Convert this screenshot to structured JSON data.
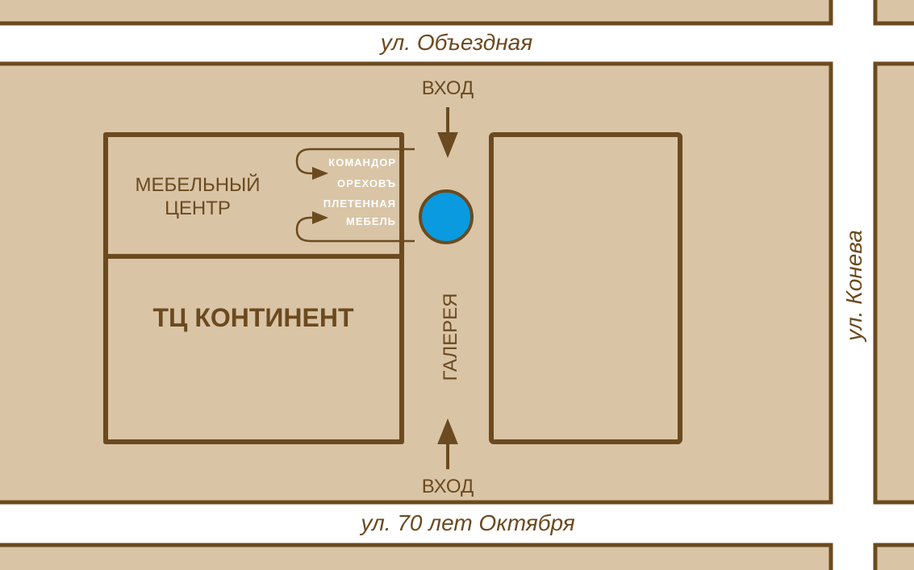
{
  "colors": {
    "block_fill": "#d9c4a6",
    "outline": "#6b4a1f",
    "road": "#ffffff",
    "shop_text": "#ffffff",
    "marker": "#0a9ae0"
  },
  "streets": {
    "top": "ул. Объездная",
    "bottom": "ул. 70 лет Октября",
    "right": "ул. Конева"
  },
  "entrances": {
    "top": "ВХОД",
    "bottom": "ВХОД"
  },
  "buildings": {
    "furniture_center": [
      "МЕБЕЛЬНЫЙ",
      "ЦЕНТР"
    ],
    "mall": "ТЦ КОНТИНЕНТ",
    "gallery": "ГАЛЕРЕЯ"
  },
  "shops": [
    "КОМАНДОР",
    "ОРЕХОВЪ",
    "ПЛЕТЕННАЯ",
    "МЕБЕЛЬ"
  ],
  "marker": {
    "icon": "location-marker-icon"
  }
}
